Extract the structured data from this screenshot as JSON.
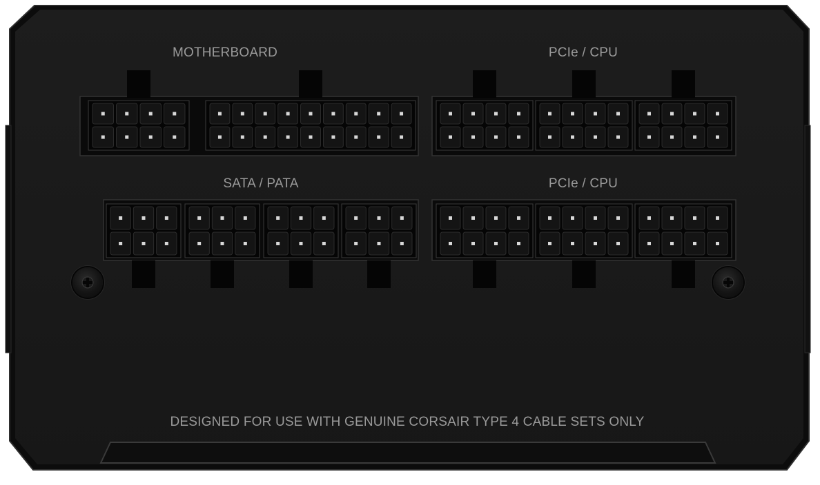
{
  "panel": {
    "motherboard_label": "MOTHERBOARD",
    "pcie_cpu_top_label": "PCIe / CPU",
    "sata_pata_label": "SATA / PATA",
    "pcie_cpu_bottom_label": "PCIe / CPU",
    "footer_text": "DESIGNED FOR USE WITH GENUINE CORSAIR TYPE 4 CABLE SETS ONLY"
  },
  "connectors": {
    "motherboard": [
      {
        "pins_per_row": 4
      },
      {
        "pins_per_row": 9
      }
    ],
    "pcie_cpu_top": [
      {
        "pins_per_row": 4
      },
      {
        "pins_per_row": 4
      },
      {
        "pins_per_row": 4
      }
    ],
    "sata_pata": [
      {
        "pins_per_row": 3
      },
      {
        "pins_per_row": 3
      },
      {
        "pins_per_row": 3
      },
      {
        "pins_per_row": 3
      }
    ],
    "pcie_cpu_bottom": [
      {
        "pins_per_row": 4
      },
      {
        "pins_per_row": 4
      },
      {
        "pins_per_row": 4
      }
    ]
  },
  "colors": {
    "body": "#1b1b1b",
    "label_text": "#9a9a9a",
    "connector": "#050505"
  }
}
